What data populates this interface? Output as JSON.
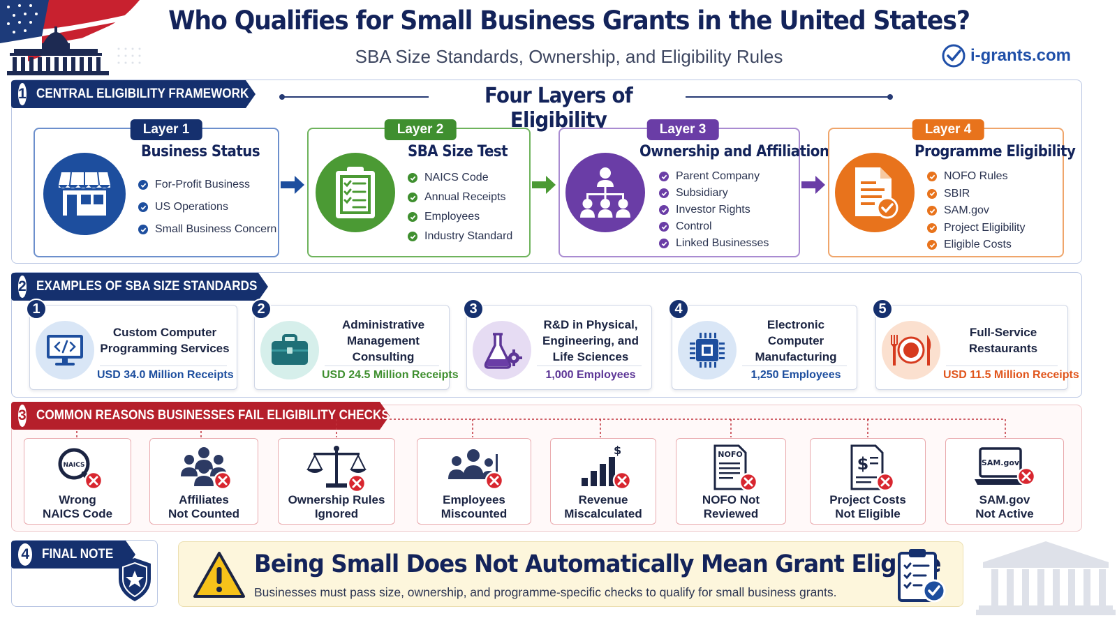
{
  "header": {
    "title": "Who Qualifies for Small Business Grants in the United States?",
    "subtitle": "SBA Size Standards, Ownership, and Eligibility Rules",
    "brand": "i-grants.com"
  },
  "colors": {
    "navy": "#15306e",
    "blue": "#1d4e9e",
    "green": "#3f8f2f",
    "purple": "#6a3da6",
    "orange": "#e8731c",
    "red": "#b51f2b",
    "cream": "#fdf6dc"
  },
  "section1": {
    "number": "1",
    "tab": "CENTRAL ELIGIBILITY FRAMEWORK",
    "heading": "Four Layers of Eligibility",
    "layers": [
      {
        "badge": "Layer 1",
        "title": "Business Status",
        "icon": "storefront-icon",
        "items": [
          "For-Profit Business",
          "US Operations",
          "Small Business Concern"
        ]
      },
      {
        "badge": "Layer 2",
        "title": "SBA Size Test",
        "icon": "clipboard-checklist-icon",
        "items": [
          "NAICS Code",
          "Annual Receipts",
          "Employees",
          "Industry Standard"
        ]
      },
      {
        "badge": "Layer 3",
        "title": "Ownership and Affiliation",
        "icon": "org-chart-icon",
        "items": [
          "Parent Company",
          "Subsidiary",
          "Investor Rights",
          "Control",
          "Linked Businesses"
        ]
      },
      {
        "badge": "Layer 4",
        "title": "Programme Eligibility",
        "icon": "approved-document-icon",
        "items": [
          "NOFO Rules",
          "SBIR",
          "SAM.gov",
          "Project Eligibility",
          "Eligible Costs"
        ]
      }
    ]
  },
  "section2": {
    "number": "2",
    "tab": "EXAMPLES OF SBA SIZE STANDARDS",
    "cards": [
      {
        "number": "1",
        "label": "Custom Computer Programming Services",
        "value": "USD 34.0 Million Receipts",
        "icon": "code-monitor-icon"
      },
      {
        "number": "2",
        "label": "Administrative Management Consulting",
        "value": "USD 24.5 Million Receipts",
        "icon": "briefcase-icon"
      },
      {
        "number": "3",
        "label": "R&D in Physical, Engineering, and Life Sciences",
        "value": "1,000 Employees",
        "icon": "flask-gear-icon"
      },
      {
        "number": "4",
        "label": "Electronic Computer Manufacturing",
        "value": "1,250 Employees",
        "icon": "microchip-icon"
      },
      {
        "number": "5",
        "label": "Full-Service Restaurants",
        "value": "USD 11.5 Million Receipts",
        "icon": "plate-cutlery-icon"
      }
    ]
  },
  "section3": {
    "number": "3",
    "tab": "COMMON REASONS BUSINESSES FAIL ELIGIBILITY CHECKS",
    "naics_mini": "NAICS",
    "nofo_mini": "NOFO",
    "samgov_mini": "SAM.gov",
    "cards": [
      {
        "line1": "Wrong",
        "line2": "NAICS Code",
        "icon": "magnifier-icon"
      },
      {
        "line1": "Affiliates",
        "line2": "Not Counted",
        "icon": "people-group-icon"
      },
      {
        "line1": "Ownership Rules",
        "line2": "Ignored",
        "icon": "scales-icon"
      },
      {
        "line1": "Employees",
        "line2": "Miscounted",
        "icon": "employees-icon"
      },
      {
        "line1": "Revenue",
        "line2": "Miscalculated",
        "icon": "revenue-bars-icon"
      },
      {
        "line1": "NOFO Not",
        "line2": "Reviewed",
        "icon": "nofo-document-icon"
      },
      {
        "line1": "Project Costs",
        "line2": "Not Eligible",
        "icon": "cost-document-icon"
      },
      {
        "line1": "SAM.gov",
        "line2": "Not Active",
        "icon": "laptop-icon"
      }
    ]
  },
  "section4": {
    "number": "4",
    "tab": "FINAL NOTE",
    "headline": "Being Small Does Not Automatically Mean Grant Eligible",
    "subtext": "Businesses must pass size, ownership, and programme-specific checks to qualify for small business grants."
  }
}
